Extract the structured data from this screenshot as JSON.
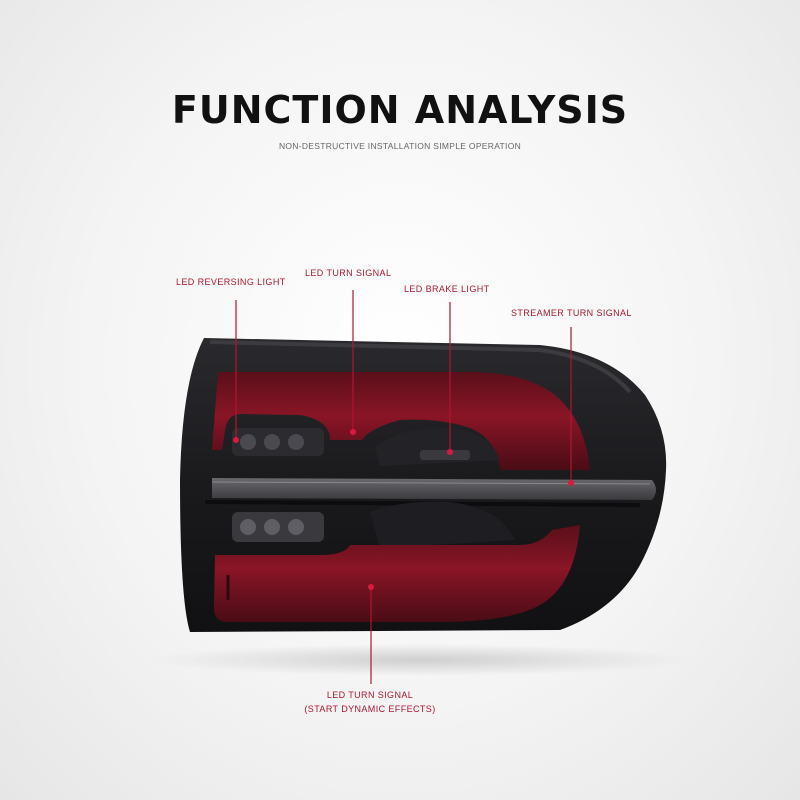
{
  "header": {
    "title": "FUNCTION ANALYSIS",
    "subtitle": "NON-DESTRUCTIVE INSTALLATION SIMPLE OPERATION"
  },
  "callouts": {
    "reversing": "LED REVERSING LIGHT",
    "turn_top": "LED TURN SIGNAL",
    "brake": "LED BRAKE LIGHT",
    "streamer": "STREAMER TURN SIGNAL",
    "turn_bottom_line1": "LED TURN SIGNAL",
    "turn_bottom_line2": "(START DYNAMIC EFFECTS)"
  },
  "colors": {
    "accent": "#b0162f",
    "lens_red": "#7a1222",
    "housing": "#1c1c1f"
  }
}
